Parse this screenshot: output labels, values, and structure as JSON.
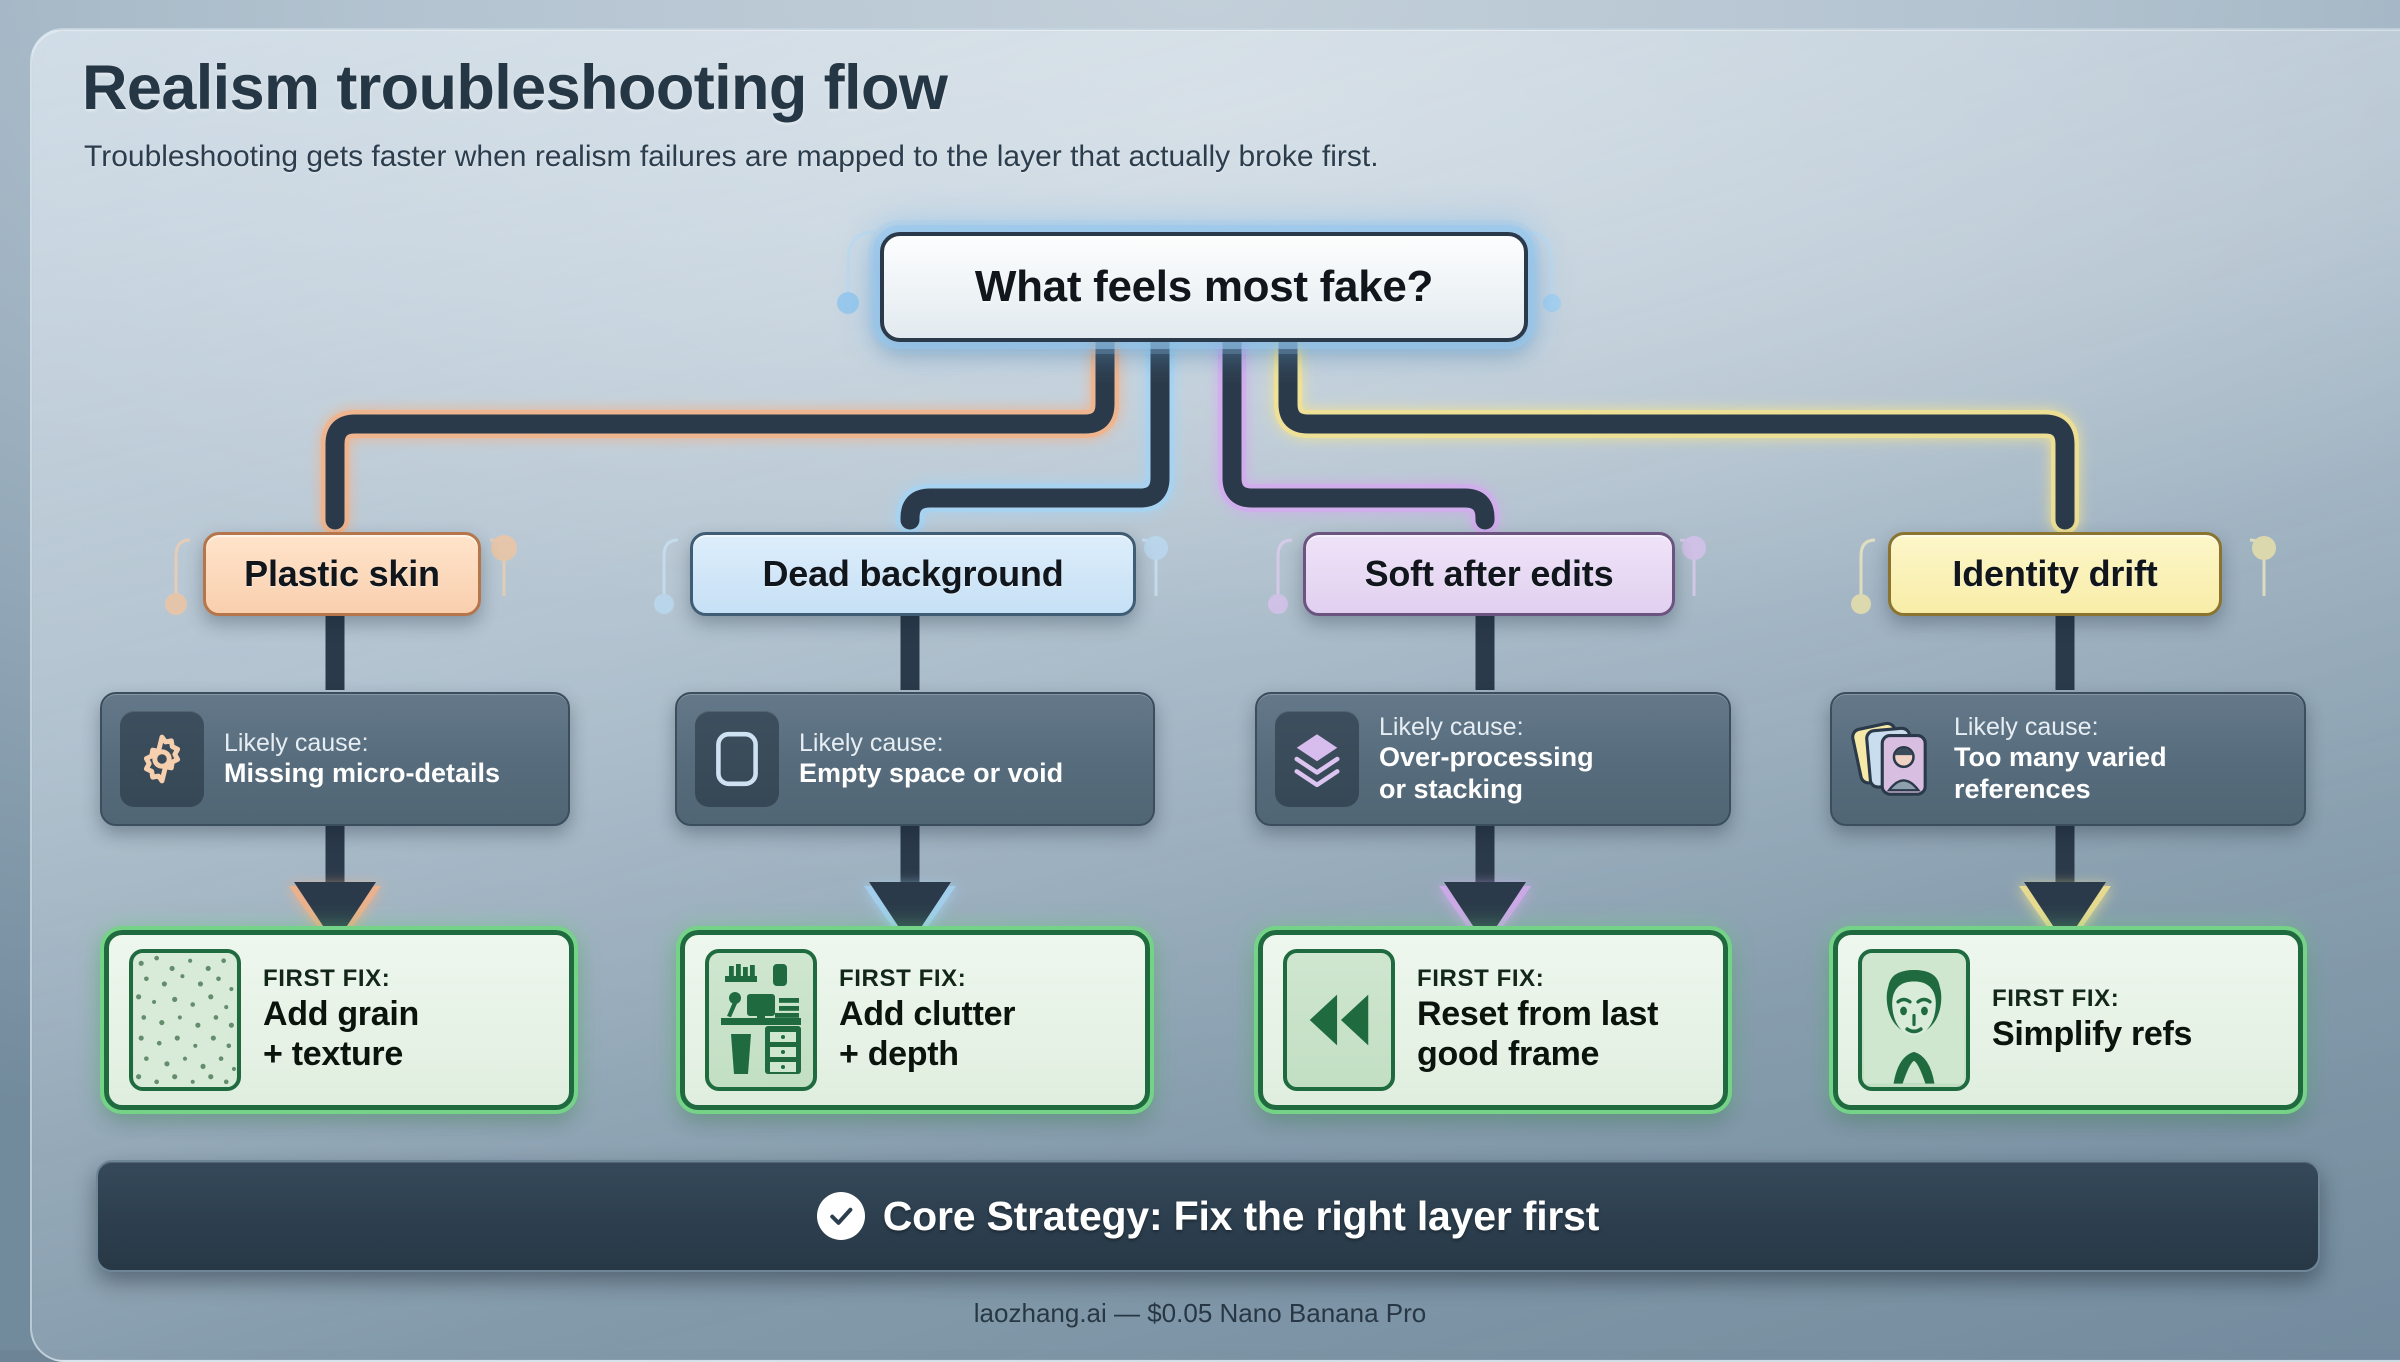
{
  "header": {
    "title": "Realism troubleshooting flow",
    "subtitle": "Troubleshooting gets faster when realism failures are mapped to the layer that actually broke first."
  },
  "root": {
    "label": "What feels most fake?",
    "accent": "#7fc4f2"
  },
  "columns": [
    {
      "branch_label": "Plastic skin",
      "accent": "#f2a97e",
      "chip_bg": "#fbd8bc",
      "chip_border": "#b4764a",
      "cause_kicker": "Likely cause:",
      "cause_text": "Missing micro-details",
      "cause_icon": "gear-icon",
      "fix_kicker": "FIRST FIX:",
      "fix_text": "Add grain + texture",
      "fix_icon": "grain-texture-icon"
    },
    {
      "branch_label": "Dead background",
      "accent": "#8fc8ef",
      "chip_bg": "#cfe6f8",
      "chip_border": "#3f5d74",
      "cause_kicker": "Likely cause:",
      "cause_text": "Empty space or void",
      "cause_icon": "empty-frame-icon",
      "fix_kicker": "FIRST FIX:",
      "fix_text": "Add clutter + depth",
      "fix_icon": "desk-clutter-icon"
    },
    {
      "branch_label": "Soft after edits",
      "accent": "#cfa5e8",
      "chip_bg": "#e6d9f2",
      "chip_border": "#6b5480",
      "cause_kicker": "Likely cause:",
      "cause_text": "Over-processing or stacking",
      "cause_icon": "layers-icon",
      "fix_kicker": "FIRST FIX:",
      "fix_text": "Reset from last good frame",
      "fix_icon": "rewind-icon"
    },
    {
      "branch_label": "Identity drift",
      "accent": "#f3dd7e",
      "chip_bg": "#fbf0b8",
      "chip_border": "#8a7430",
      "cause_kicker": "Likely cause:",
      "cause_text": "Too many varied references",
      "cause_icon": "photo-stack-icon",
      "fix_kicker": "FIRST FIX:",
      "fix_text": "Simplify refs",
      "fix_icon": "portrait-icon"
    }
  ],
  "strategy": {
    "icon": "check-circle-icon",
    "text": "Core Strategy: Fix the right layer first"
  },
  "watermark": "laozhang.ai — $0.05 Nano Banana Pro"
}
